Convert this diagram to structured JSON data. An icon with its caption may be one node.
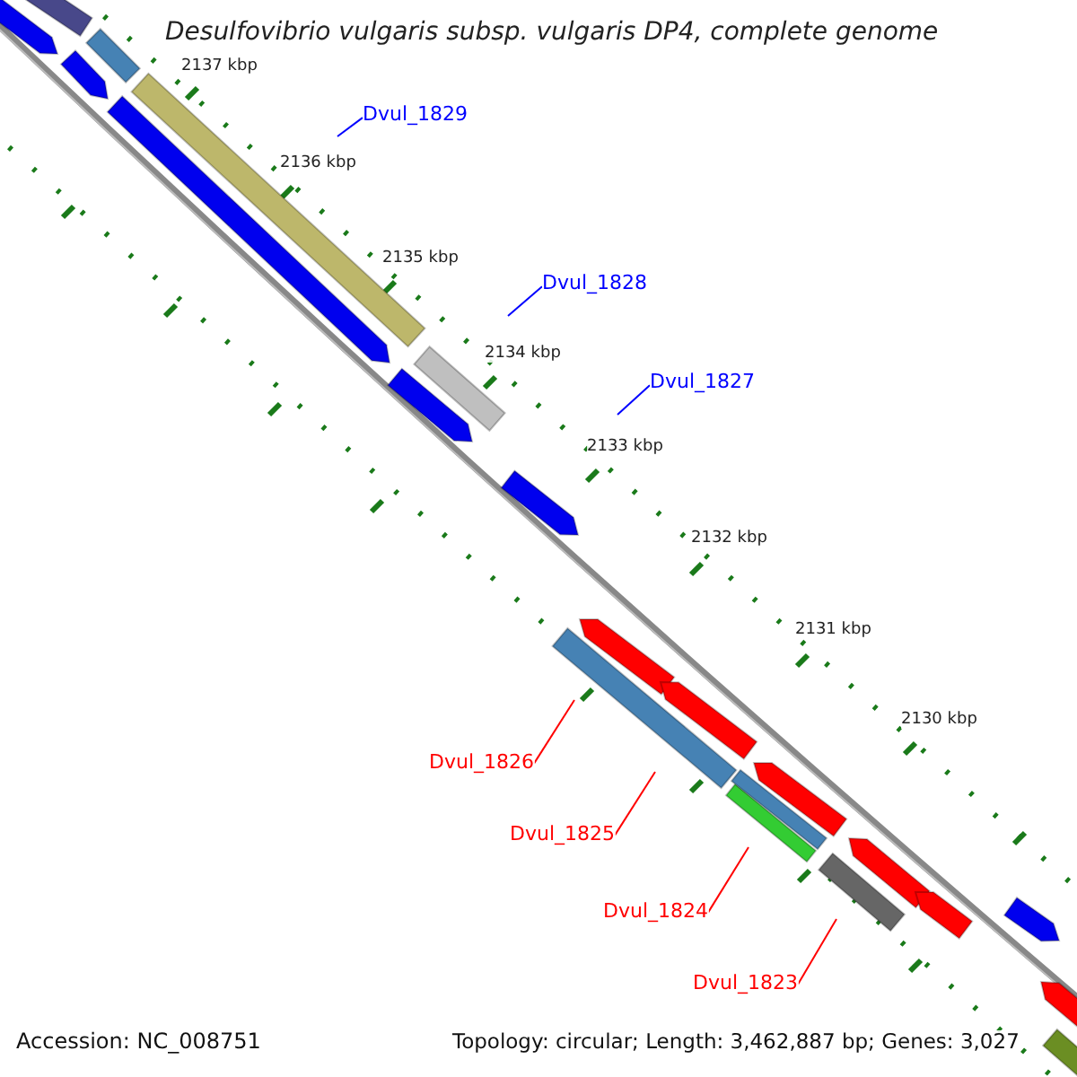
{
  "diagram": {
    "title": "Desulfovibrio vulgaris subsp. vulgaris DP4, complete genome",
    "nodes": [
      {
        "text": [
          "Dvul_1829"
        ]
      },
      {
        "text": [
          "Dvul_1828"
        ]
      },
      {
        "text": [
          "Dvul_1827"
        ]
      },
      {
        "text": [
          "Dvul_1826"
        ]
      },
      {
        "text": [
          "Dvul_1825"
        ]
      },
      {
        "text": [
          "Dvul_1824"
        ]
      },
      {
        "text": [
          "Dvul_1823"
        ]
      }
    ],
    "edges": [
      {
        "from": 0,
        "to": null,
        "arrow": "none",
        "color": "#0000ff"
      },
      {
        "from": 1,
        "to": null,
        "arrow": "none",
        "color": "#0000ff"
      },
      {
        "from": 2,
        "to": null,
        "arrow": "none",
        "color": "#0000ff"
      },
      {
        "from": 3,
        "to": null,
        "arrow": "none"
      },
      {
        "from": 4,
        "to": null,
        "arrow": "none"
      },
      {
        "from": 5,
        "to": null,
        "arrow": "none"
      },
      {
        "from": 6,
        "to": null,
        "arrow": "none"
      }
    ],
    "labels": [
      "2137 kbp",
      "2136 kbp",
      "2135 kbp",
      "2134 kbp",
      "2133 kbp",
      "2132 kbp",
      "2131 kbp",
      "2130 kbp",
      "Accession: NC_008751",
      "Topology: circular; Length: 3,462,887 bp; Genes: 3,027"
    ]
  }
}
